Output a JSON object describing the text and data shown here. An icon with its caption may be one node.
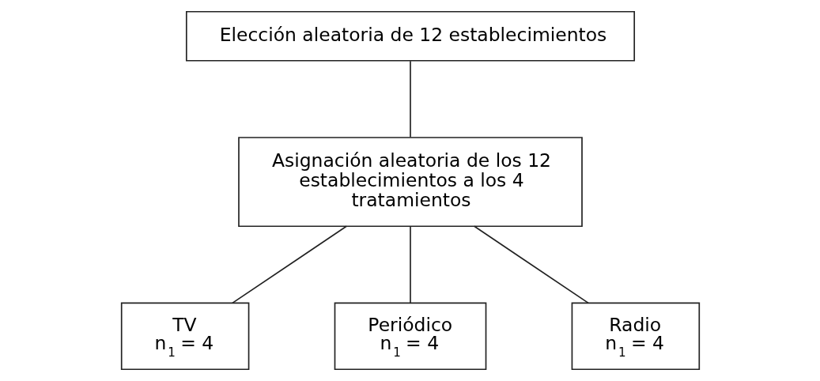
{
  "diagram": {
    "nodes": [
      {
        "text": [
          "Elección aleatoria de 12 establecimientos"
        ]
      },
      {
        "text": [
          "Asignación aleatoria de los 12 establecimientos a los 4 tratamientos"
        ]
      },
      {
        "text": [
          "TV",
          "n$_{1}$ = 4"
        ]
      },
      {
        "text": [
          "Periódico",
          "n$_{1}$ = 4"
        ]
      },
      {
        "text": [
          "Radio",
          "n$_{1}$ = 4"
        ]
      }
    ],
    "edges": [
      {
        "from": 0,
        "to": 1,
        "arrow": "none"
      },
      {
        "from": 1,
        "to": 2,
        "arrow": "none"
      },
      {
        "from": 1,
        "to": 3,
        "arrow": "none"
      },
      {
        "from": 1,
        "to": 4,
        "arrow": "none"
      }
    ]
  }
}
